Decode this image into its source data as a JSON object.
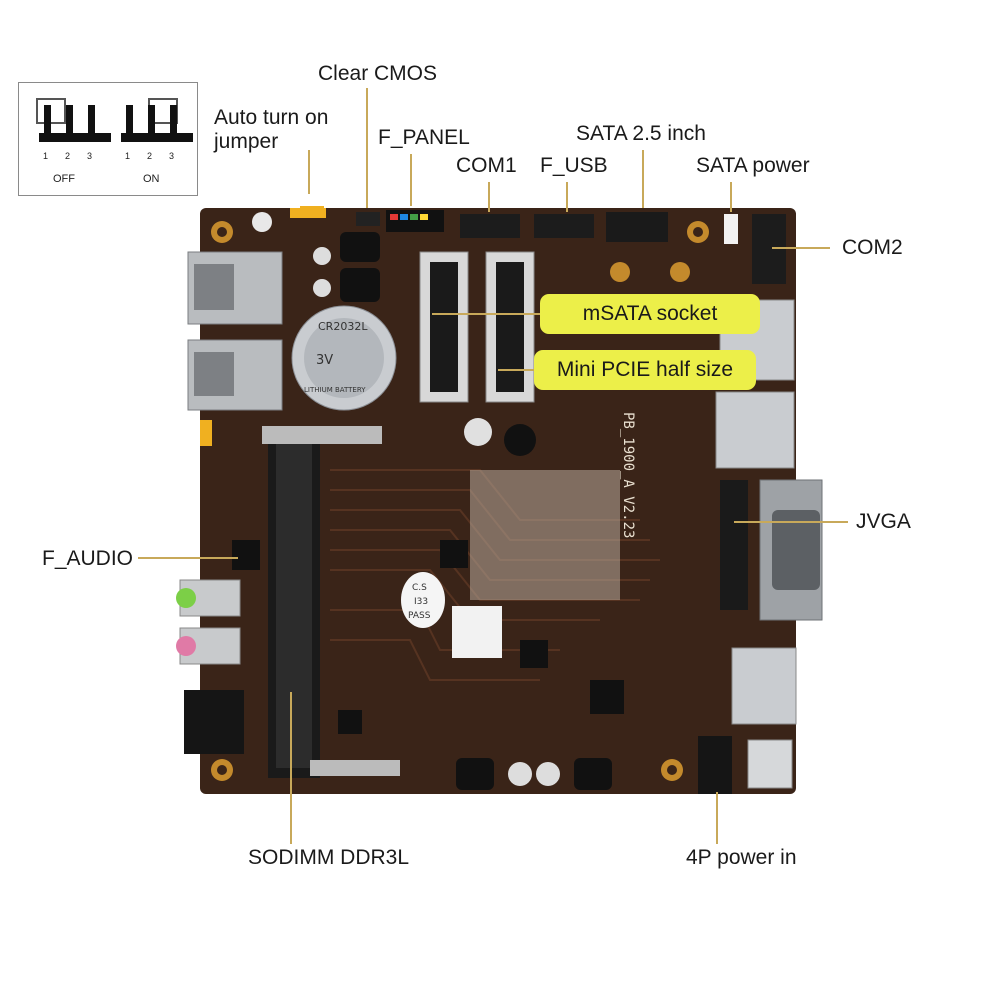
{
  "jumper_inset": {
    "off": {
      "pins": [
        "1",
        "2",
        "3"
      ],
      "label": "OFF"
    },
    "on": {
      "pins": [
        "1",
        "2",
        "3"
      ],
      "label": "ON"
    }
  },
  "labels": {
    "auto_turn_on": [
      "Auto turn on",
      "jumper"
    ],
    "clear_cmos": "Clear CMOS",
    "f_panel": "F_PANEL",
    "com1": "COM1",
    "f_usb": "F_USB",
    "sata_25": "SATA 2.5 inch",
    "sata_power": "SATA power",
    "com2": "COM2",
    "msata_socket": "mSATA socket",
    "mini_pcie": "Mini PCIE half size",
    "jvga": "JVGA",
    "f_audio": "F_AUDIO",
    "sodimm": "SODIMM DDR3L",
    "power_4p": "4P power in"
  },
  "board_markings": {
    "battery_model": "CR2032L",
    "battery_voltage": "3V",
    "battery_type": "LITHIUM BATTERY",
    "board_model": "PB_1900_A V2.23",
    "qc_sticker": [
      "C.S",
      "I33",
      "PASS"
    ]
  },
  "colors": {
    "pcb": "#3a2418",
    "pcb_trace": "#5a3522",
    "callout_line": "#c8a95a",
    "highlight": "#ecef49"
  }
}
